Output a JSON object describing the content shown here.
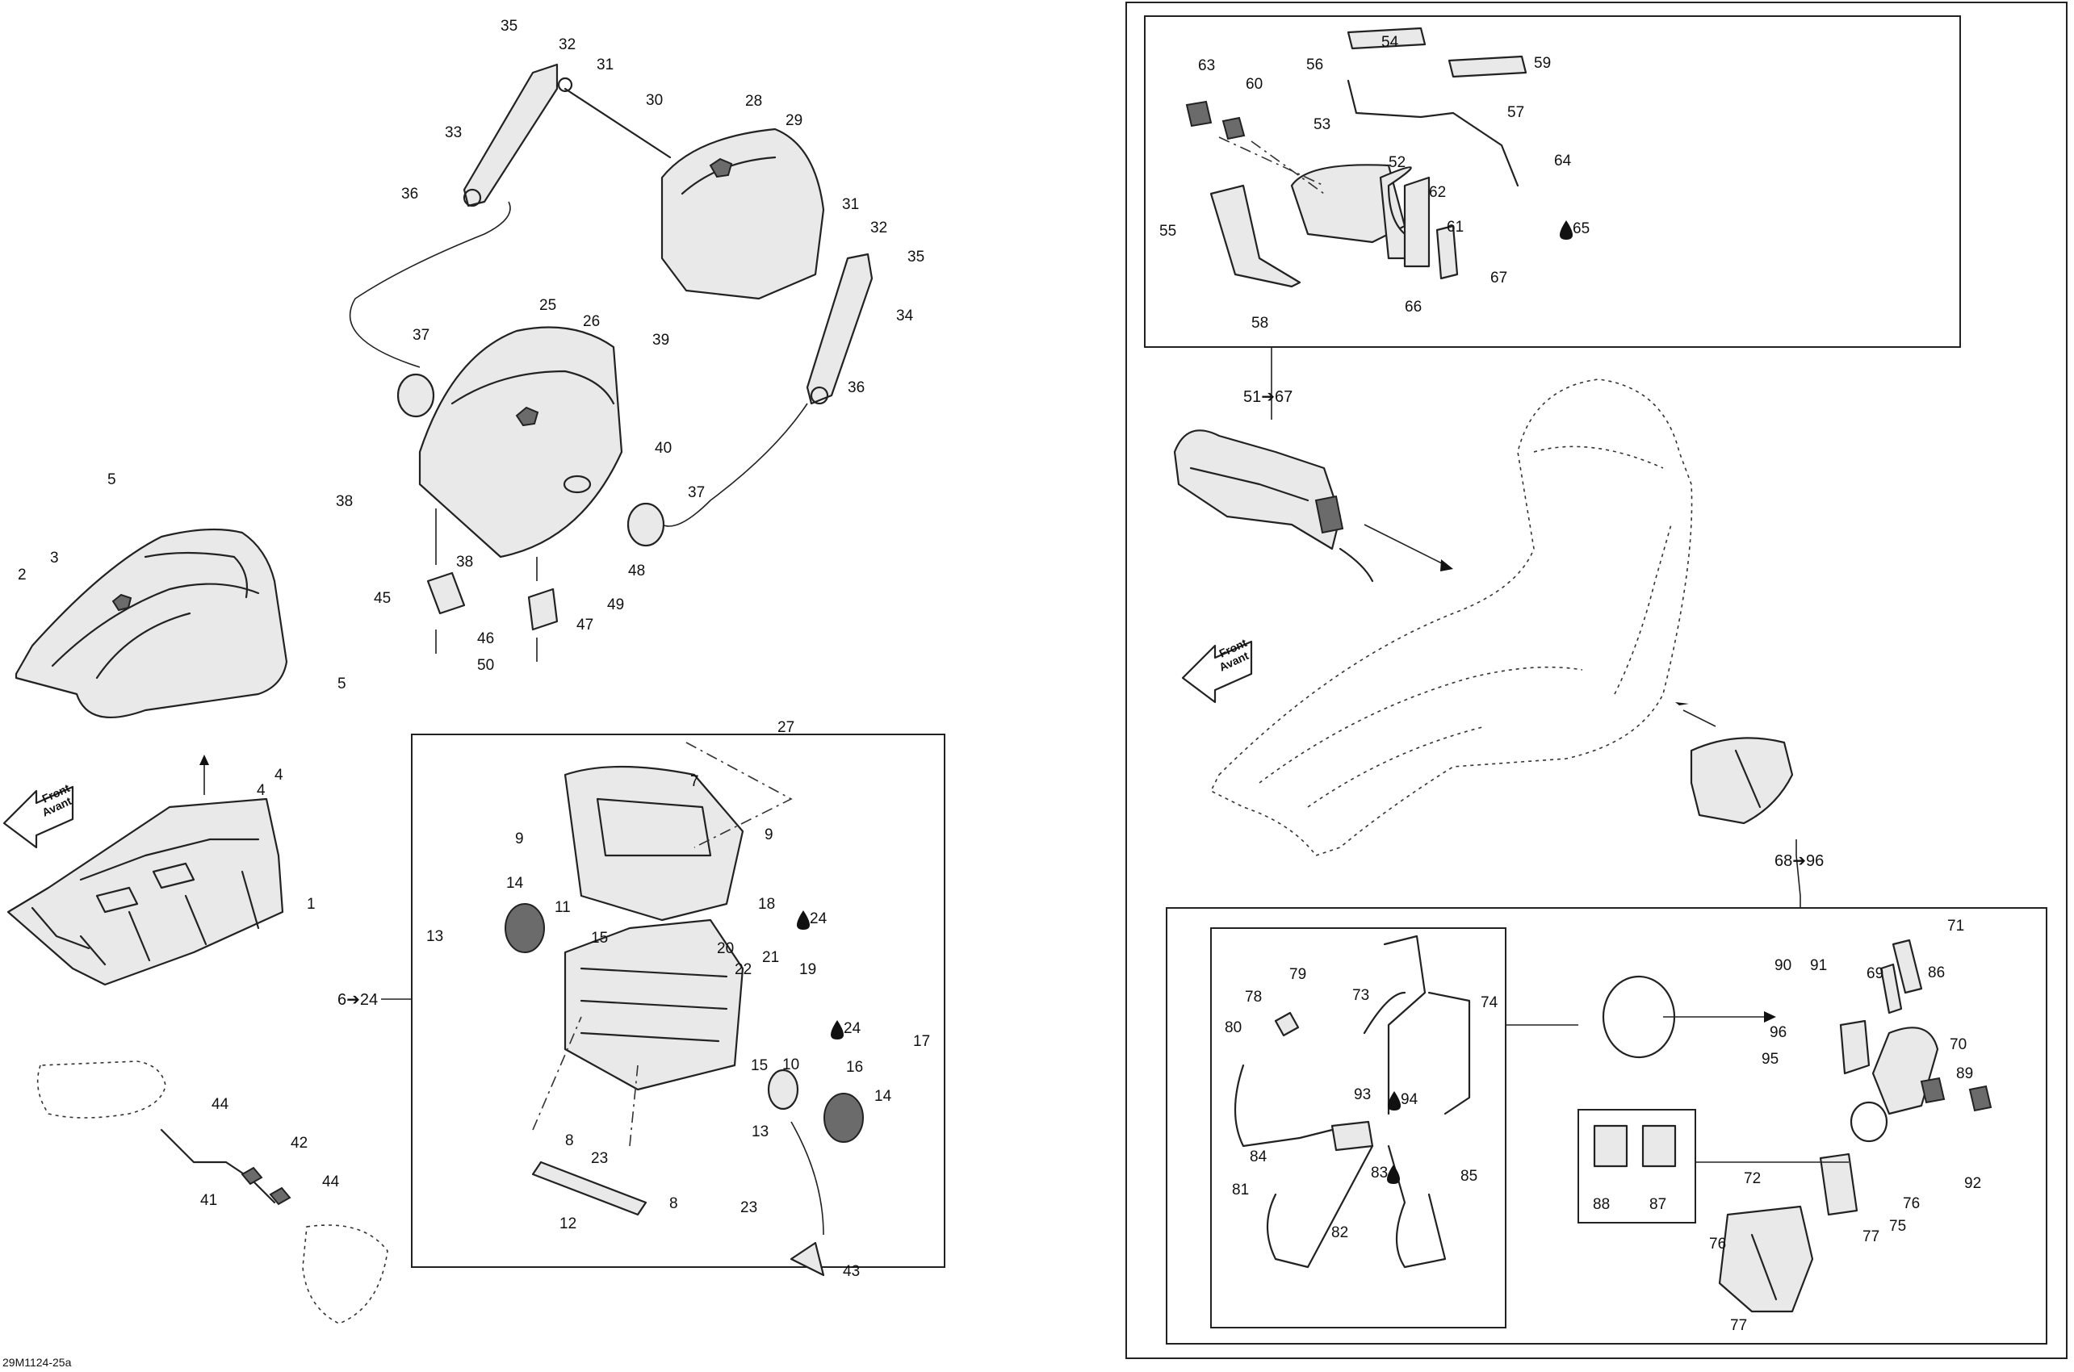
{
  "diagram": {
    "figure_id": "29M1124-25a",
    "front_arrow_lines": [
      "Front",
      "Avant"
    ],
    "ranges": {
      "r_6_24": "6➔24",
      "r_51_67": "51➔67",
      "r_68_96": "68➔96"
    },
    "callouts": {
      "c1": "1",
      "c2": "2",
      "c3": "3",
      "c4a": "4",
      "c4b": "4",
      "c5a": "5",
      "c5b": "5",
      "c7": "7",
      "c8a": "8",
      "c8b": "8",
      "c9a": "9",
      "c9b": "9",
      "c10": "10",
      "c11": "11",
      "c12": "12",
      "c13a": "13",
      "c13b": "13",
      "c14a": "14",
      "c14b": "14",
      "c15a": "15",
      "c15b": "15",
      "c16": "16",
      "c17": "17",
      "c18": "18",
      "c19": "19",
      "c20": "20",
      "c21": "21",
      "c22": "22",
      "c23a": "23",
      "c23b": "23",
      "c24a": "24",
      "c24b": "24",
      "c25": "25",
      "c26": "26",
      "c27": "27",
      "c28": "28",
      "c29": "29",
      "c30": "30",
      "c31a": "31",
      "c31b": "31",
      "c32a": "32",
      "c32b": "32",
      "c33": "33",
      "c34": "34",
      "c35a": "35",
      "c35b": "35",
      "c36a": "36",
      "c36b": "36",
      "c37a": "37",
      "c37b": "37",
      "c38a": "38",
      "c38b": "38",
      "c39": "39",
      "c40": "40",
      "c41": "41",
      "c42": "42",
      "c43": "43",
      "c44a": "44",
      "c44b": "44",
      "c45": "45",
      "c46": "46",
      "c47": "47",
      "c48": "48",
      "c49": "49",
      "c50": "50",
      "c52": "52",
      "c53": "53",
      "c54": "54",
      "c55": "55",
      "c56": "56",
      "c57": "57",
      "c58": "58",
      "c59": "59",
      "c60": "60",
      "c61": "61",
      "c62": "62",
      "c63": "63",
      "c64": "64",
      "c65": "65",
      "c66": "66",
      "c67": "67",
      "c69": "69",
      "c70": "70",
      "c71": "71",
      "c72": "72",
      "c73": "73",
      "c74": "74",
      "c75": "75",
      "c76a": "76",
      "c76b": "76",
      "c77a": "77",
      "c77b": "77",
      "c78": "78",
      "c79": "79",
      "c80": "80",
      "c81": "81",
      "c82": "82",
      "c83": "83",
      "c84": "84",
      "c85": "85",
      "c86": "86",
      "c87": "87",
      "c88": "88",
      "c89": "89",
      "c90": "90",
      "c91": "91",
      "c92": "92",
      "c93": "93",
      "c94": "94",
      "c95": "95",
      "c96": "96"
    }
  }
}
